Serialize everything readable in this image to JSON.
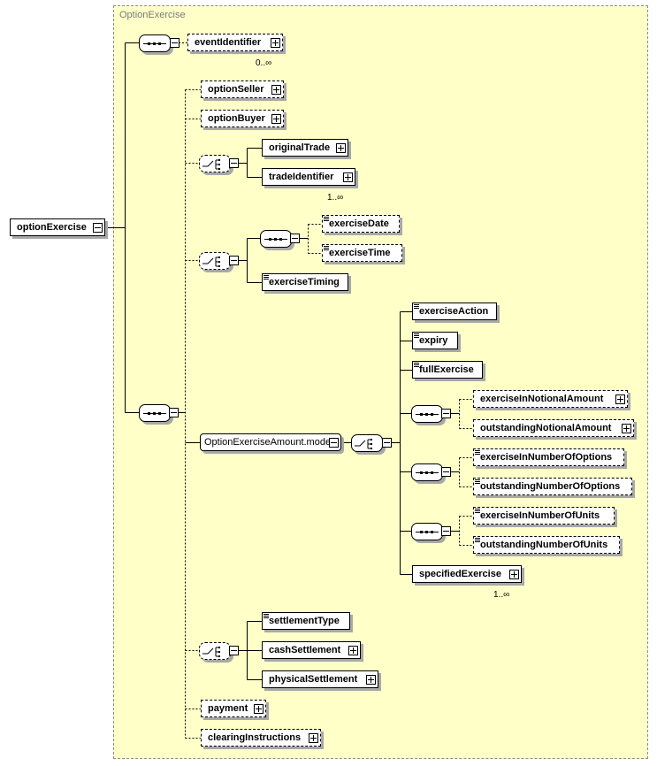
{
  "group_label": "OptionExercise",
  "root": {
    "label": "optionExercise"
  },
  "nodes": {
    "eventIdentifier": "eventIdentifier",
    "optionSeller": "optionSeller",
    "optionBuyer": "optionBuyer",
    "originalTrade": "originalTrade",
    "tradeIdentifier": "tradeIdentifier",
    "exerciseDate": "exerciseDate",
    "exerciseTime": "exerciseTime",
    "exerciseTiming": "exerciseTiming",
    "model": "OptionExerciseAmount.model",
    "exerciseAction": "exerciseAction",
    "expiry": "expiry",
    "fullExercise": "fullExercise",
    "exerciseInNotionalAmount": "exerciseInNotionalAmount",
    "outstandingNotionalAmount": "outstandingNotionalAmount",
    "exerciseInNumberOfOptions": "exerciseInNumberOfOptions",
    "outstandingNumberOfOptions": "outstandingNumberOfOptions",
    "exerciseInNumberOfUnits": "exerciseInNumberOfUnits",
    "outstandingNumberOfUnits": "outstandingNumberOfUnits",
    "specifiedExercise": "specifiedExercise",
    "settlementType": "settlementType",
    "cashSettlement": "cashSettlement",
    "physicalSettlement": "physicalSettlement",
    "payment": "payment",
    "clearingInstructions": "clearingInstructions"
  },
  "cardinalities": {
    "eventIdentifier": "0..∞",
    "tradeIdentifier": "1..∞",
    "specifiedExercise": "1..∞"
  },
  "colors": {
    "group_background": "#ffffc8",
    "shadow": "#a8a8a8",
    "line": "#000000"
  }
}
